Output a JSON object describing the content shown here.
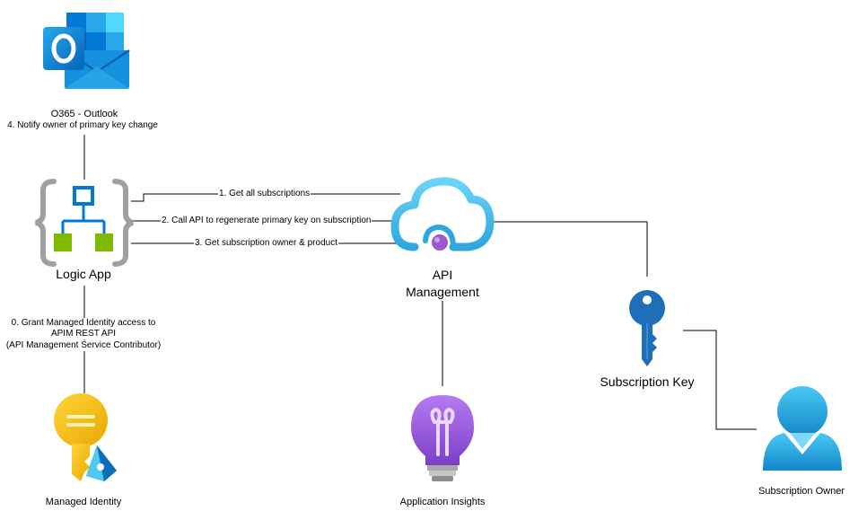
{
  "nodes": {
    "outlook": {
      "label": "O365 - Outlook",
      "icon": "outlook-icon"
    },
    "logic_app": {
      "label": "Logic App",
      "icon": "logic-app-icon"
    },
    "apim": {
      "label_line1": "API",
      "label_line2": "Management",
      "icon": "api-management-cloud-icon"
    },
    "subscription_key": {
      "label": "Subscription Key",
      "icon": "key-icon"
    },
    "managed_identity": {
      "label": "Managed Identity",
      "icon": "managed-identity-icon"
    },
    "app_insights": {
      "label": "Application Insights",
      "icon": "lightbulb-icon"
    },
    "subscription_owner": {
      "label": "Subscription Owner",
      "icon": "user-icon"
    }
  },
  "edges": {
    "notify": "4. Notify owner of primary key change",
    "get_subscriptions": "1. Get all subscriptions",
    "regenerate": "2. Call API to regenerate primary key on subscription",
    "get_owner": "3. Get subscription owner & product",
    "grant_line1": "0. Grant Managed Identity access to",
    "grant_line2": "APIM REST API",
    "grant_line3": "(API Management Service Contributor)"
  },
  "colors": {
    "line": "#000000",
    "outlook_blue": "#0F78D4",
    "logic_green": "#7FBA00",
    "logic_blue": "#0078D4",
    "azure_cloud": "#50C8F0",
    "apim_purple": "#9B59D0",
    "key_blue": "#1F6FB8",
    "identity_gold": "#F5C518",
    "insights_purple": "#9F6AE0",
    "user_blue": "#1A9FD8"
  }
}
